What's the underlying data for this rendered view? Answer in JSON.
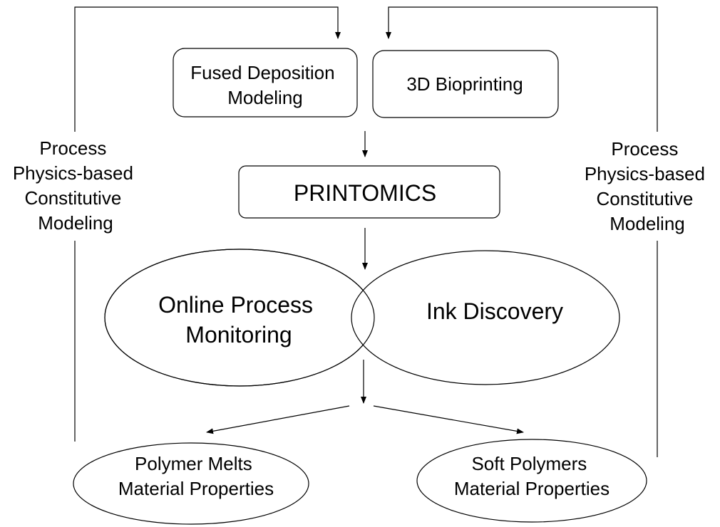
{
  "top_boxes": {
    "fdm": [
      "Fused Deposition",
      "Modeling"
    ],
    "bioprinting": [
      "3D Bioprinting"
    ]
  },
  "center_box": [
    "PRINTOMICS"
  ],
  "overlap_ellipses": {
    "online_monitoring": [
      "Online Process",
      "Monitoring"
    ],
    "ink_discovery": [
      "Ink Discovery"
    ]
  },
  "bottom_ellipses": {
    "polymer_melts": [
      "Polymer Melts",
      "Material Properties"
    ],
    "soft_polymers": [
      "Soft Polymers",
      "Material Properties"
    ]
  },
  "side_labels": {
    "left": [
      "Process",
      "Physics-based",
      "Constitutive",
      "Modeling"
    ],
    "right": [
      "Process",
      "Physics-based",
      "Constitutive",
      "Modeling"
    ]
  }
}
